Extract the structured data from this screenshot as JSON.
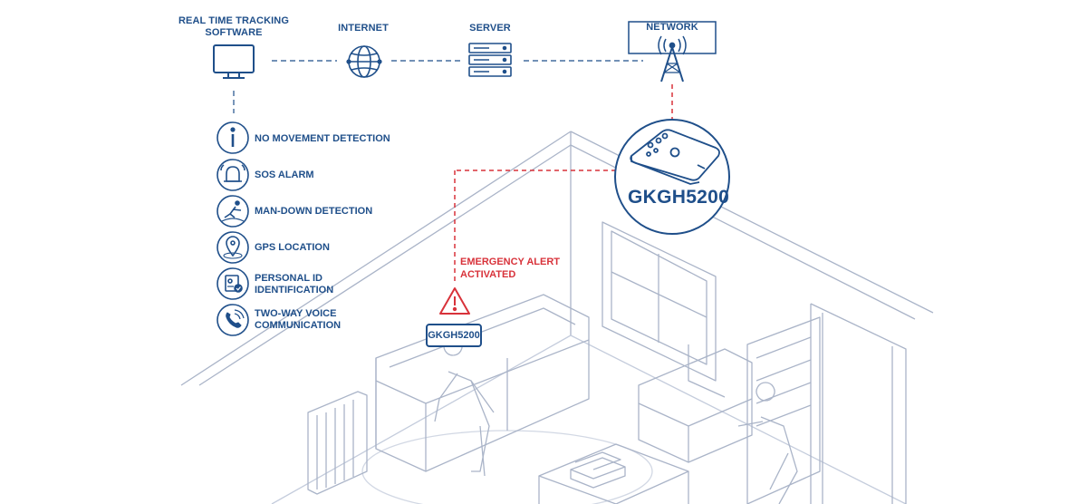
{
  "nodes": {
    "software": "REAL TIME TRACKING\nSOFTWARE",
    "internet": "INTERNET",
    "server": "SERVER",
    "network": "NETWORK"
  },
  "features": [
    {
      "label": "NO MOVEMENT DETECTION",
      "icon": "info-icon"
    },
    {
      "label": "SOS ALARM",
      "icon": "alarm-bell-icon"
    },
    {
      "label": "MAN-DOWN DETECTION",
      "icon": "man-down-icon"
    },
    {
      "label": "GPS LOCATION",
      "icon": "location-pin-icon"
    },
    {
      "label": "PERSONAL ID\nIDENTIFICATION",
      "icon": "id-badge-icon"
    },
    {
      "label": "TWO-WAY VOICE\nCOMMUNICATION",
      "icon": "phone-icon"
    }
  ],
  "device": {
    "name": "GKGH5200",
    "tag": "GKGH5200"
  },
  "alert": {
    "text": "EMERGENCY ALERT\nACTIVATED"
  },
  "colors": {
    "primary": "#1f4f8a",
    "alert": "#d8323a",
    "line_art": "#aab4c8"
  }
}
